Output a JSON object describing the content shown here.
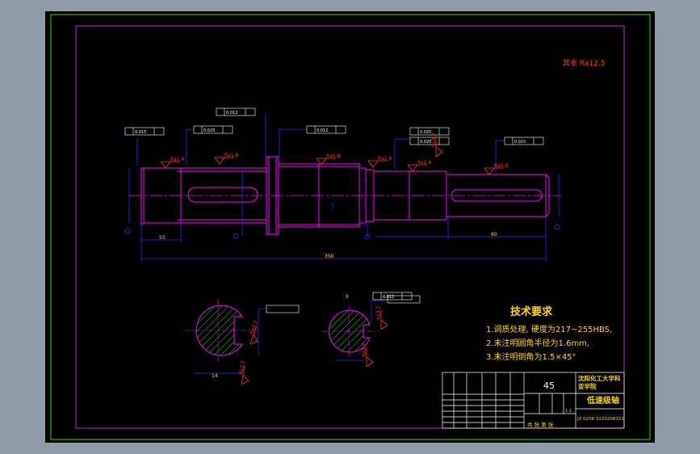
{
  "rough_note": "其余 Ra12.5",
  "tech_req": {
    "title": "技术要求",
    "items": [
      "1.调质处理, 硬度为217~255HBS,",
      "2.未注明圆角半径为1.6mm,",
      "3.未注明倒角为1.5×45°"
    ]
  },
  "title_block": {
    "material": "45",
    "school_line1": "沈阳化工大学科",
    "school_line2": "亚学院",
    "part_name": "低速级轴",
    "drawing_no": "JX 0208 3120208221",
    "scale": "1:1",
    "sheet": "共 张 第 张"
  },
  "roughness": [
    "Ra1.6",
    "Ra1.6",
    "Ra0.8",
    "Ra1.6",
    "Ra1.6",
    "Ra3.2",
    "Ra0.8",
    "Ra3.2",
    "Ra3.2",
    "Ra3.2",
    "Ra3.2"
  ],
  "tolerances": [
    "0.015",
    "0.025",
    "0.012",
    "0.012",
    "0.025",
    "0.020",
    "0.015",
    "0.012"
  ],
  "dims": {
    "total_length": "350",
    "left_seg": "55",
    "right_seg": "80",
    "section_a_key": "14",
    "section_b_key": "9"
  },
  "colors": {
    "outer_bg": "#8e9aa6",
    "canvas": "#000000",
    "frame": "#21e021",
    "border": "#cc22cc",
    "outline": "#ff00ff",
    "dim": "#2a2aff",
    "hatch": "#2bd62b",
    "text": "#ffd700",
    "rough": "#ff3333"
  }
}
